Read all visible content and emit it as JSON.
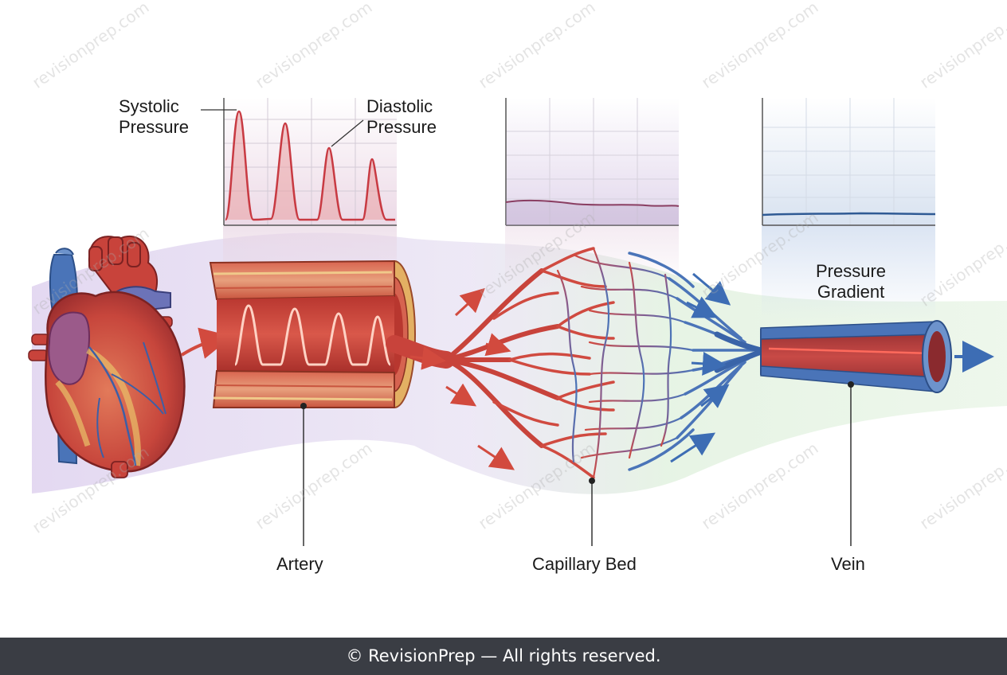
{
  "labels": {
    "systolic_line1": "Systolic",
    "systolic_line2": "Pressure",
    "diastolic_line1": "Diastolic",
    "diastolic_line2": "Pressure",
    "gradient_line1": "Pressure",
    "gradient_line2": "Gradient",
    "artery": "Artery",
    "capillary_bed": "Capillary Bed",
    "vein": "Vein"
  },
  "watermark": "revisionprep.com",
  "footer": "© RevisionPrep — All rights reserved.",
  "colors": {
    "artery_red": "#c8353a",
    "vein_blue": "#3a64a8",
    "capillary_glow": "#d7ecd2",
    "arterial_glow": "#d9cdec",
    "footer_bg": "#3a3d44"
  }
}
